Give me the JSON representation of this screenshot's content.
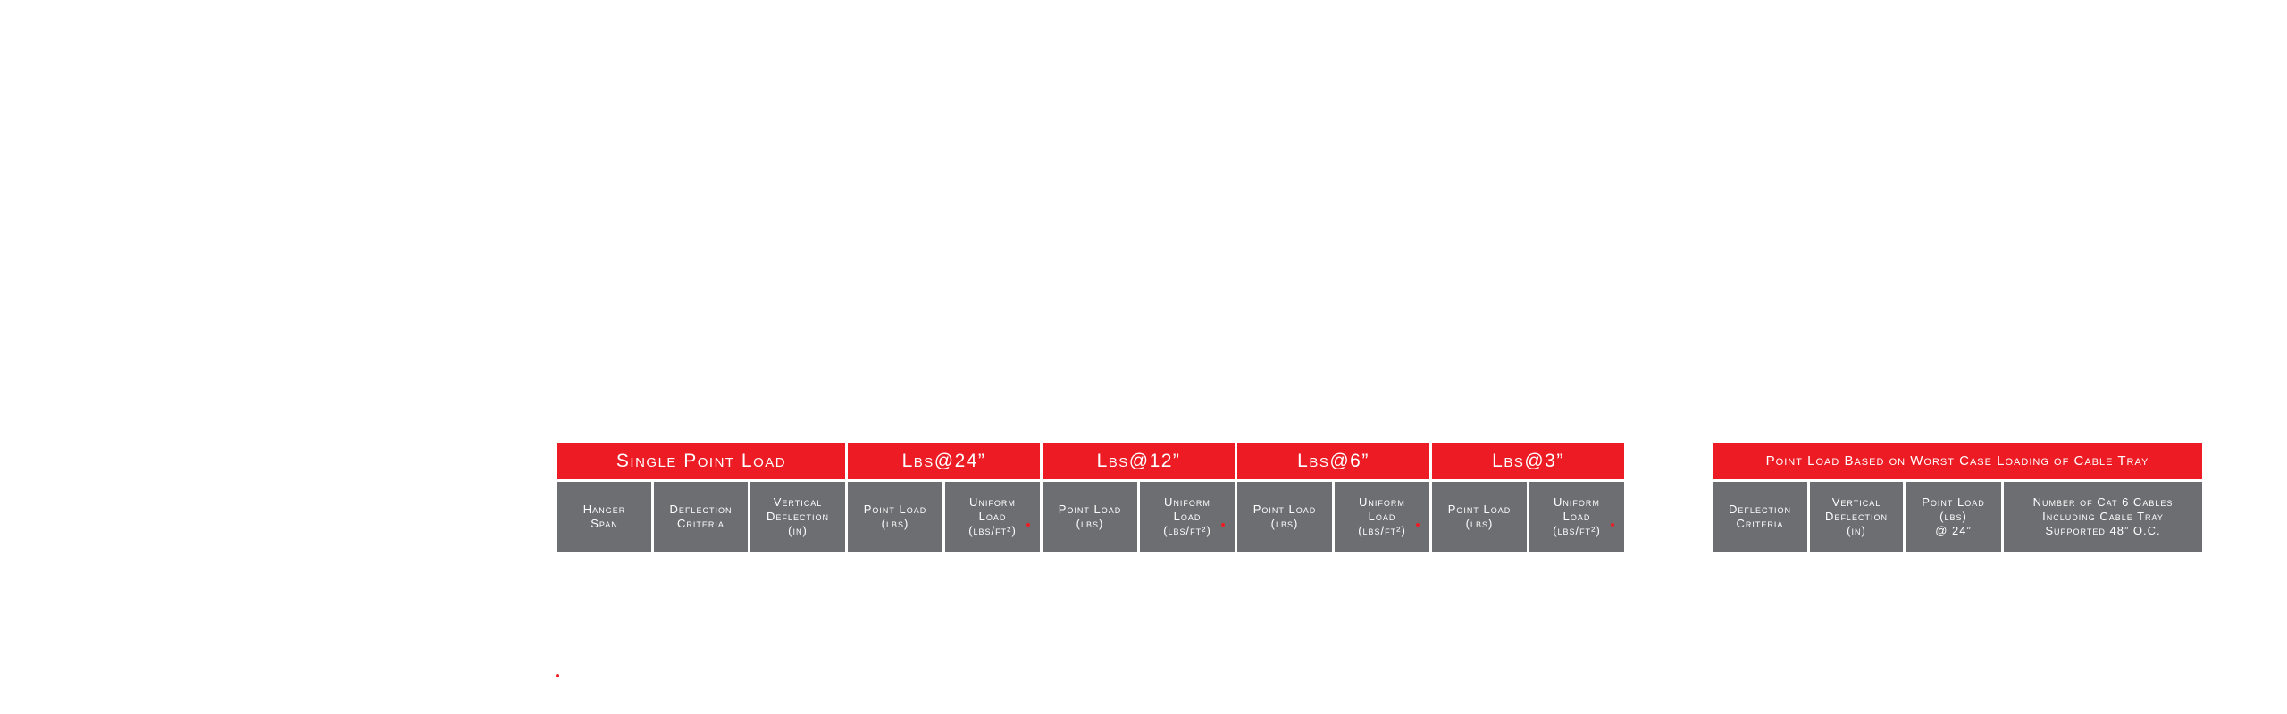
{
  "left_table": {
    "groups": [
      {
        "label": "Single Point Load",
        "span": 3
      },
      {
        "label": "Lbs@24”",
        "span": 2
      },
      {
        "label": "Lbs@12”",
        "span": 2
      },
      {
        "label": "Lbs@6”",
        "span": 2
      },
      {
        "label": "Lbs@3”",
        "span": 2
      }
    ],
    "subheaders": [
      {
        "lines": [
          "Hanger",
          "Span"
        ],
        "marked": false
      },
      {
        "lines": [
          "Deflection",
          "Criteria"
        ],
        "marked": false
      },
      {
        "lines": [
          "Vertical",
          "Deflection",
          "(in)"
        ],
        "marked": false
      },
      {
        "lines": [
          "Point Load",
          "(lbs)"
        ],
        "marked": false
      },
      {
        "lines": [
          "Uniform",
          "Load",
          "(lbs/ft²)"
        ],
        "marked": true
      },
      {
        "lines": [
          "Point Load",
          "(lbs)"
        ],
        "marked": false
      },
      {
        "lines": [
          "Uniform",
          "Load",
          "(lbs/ft²)"
        ],
        "marked": true
      },
      {
        "lines": [
          "Point Load",
          "(lbs)"
        ],
        "marked": false
      },
      {
        "lines": [
          "Uniform",
          "Load",
          "(lbs/ft²)"
        ],
        "marked": true
      },
      {
        "lines": [
          "Point Load",
          "(lbs)"
        ],
        "marked": false
      },
      {
        "lines": [
          "Uniform",
          "Load",
          "(lbs/ft²)"
        ],
        "marked": true
      }
    ]
  },
  "right_table": {
    "group": {
      "label": "Point Load Based on Worst Case Loading of Cable Tray",
      "span": 4
    },
    "subheaders": [
      {
        "lines": [
          "Deflection",
          "Criteria"
        ],
        "marked": false
      },
      {
        "lines": [
          "Vertical",
          "Deflection",
          "(in)"
        ],
        "marked": false
      },
      {
        "lines": [
          "Point Load",
          "(lbs)",
          "@ 24”"
        ],
        "marked": false
      },
      {
        "lines": [
          "Number of Cat 6 Cables",
          "Including Cable Tray",
          "Supported 48” O.C."
        ],
        "marked": false
      }
    ]
  },
  "colors": {
    "header_red": "#ed1c24",
    "subheader_gray": "#6d6e71",
    "text_white": "#ffffff"
  }
}
